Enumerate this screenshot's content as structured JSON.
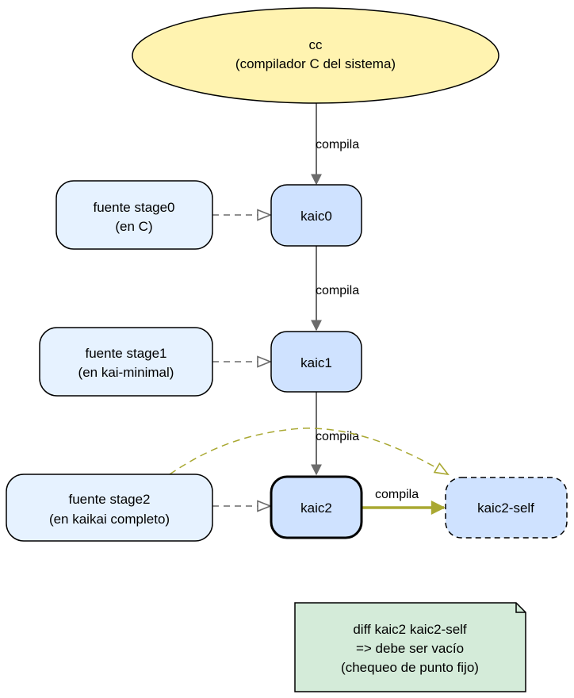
{
  "nodes": {
    "cc": {
      "line1": "cc",
      "line2": "(compilador C del sistema)"
    },
    "stage0_src": {
      "line1": "fuente stage0",
      "line2": "(en C)"
    },
    "kaic0": {
      "label": "kaic0"
    },
    "stage1_src": {
      "line1": "fuente stage1",
      "line2": "(en kai-minimal)"
    },
    "kaic1": {
      "label": "kaic1"
    },
    "stage2_src": {
      "line1": "fuente stage2",
      "line2": "(en kaikai completo)"
    },
    "kaic2": {
      "label": "kaic2"
    },
    "kaic2_self": {
      "label": "kaic2-self"
    },
    "note": {
      "line1": "diff kaic2 kaic2-self",
      "line2": "=> debe ser vacío",
      "line3": "(chequeo de punto fijo)"
    }
  },
  "edges": {
    "cc_to_kaic0": "compila",
    "kaic0_to_kaic1": "compila",
    "kaic1_to_kaic2": "compila",
    "kaic2_to_self": "compila"
  },
  "colors": {
    "cc_fill": "#fff3b0",
    "source_fill": "#e6f2ff",
    "compiler_fill": "#cfe2ff",
    "note_fill": "#d4ebd9",
    "edge_gray": "#6b6b6b",
    "edge_olive": "#a9a832"
  }
}
